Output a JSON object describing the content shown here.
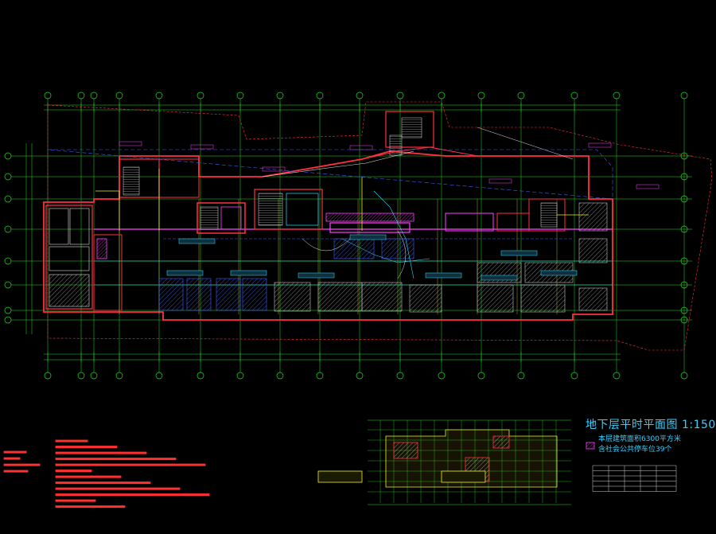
{
  "plan": {
    "title": "地下层平时平面图 1:150",
    "area_note": "本层建筑面积6300平方米",
    "parking_note": "含社会公共停车位39个"
  },
  "colors": {
    "axis": "#20e020",
    "wall": "#ff3040",
    "pink": "#ff40ff",
    "cyan": "#30e0ff",
    "yellow": "#f0f020",
    "blue": "#4060ff",
    "white": "#e0e0e0",
    "title": "#35d0ff",
    "note": "#ff3030"
  },
  "icons": {
    "stair": "stair-hatch-icon",
    "grid_bubble": "grid-bubble-icon"
  }
}
